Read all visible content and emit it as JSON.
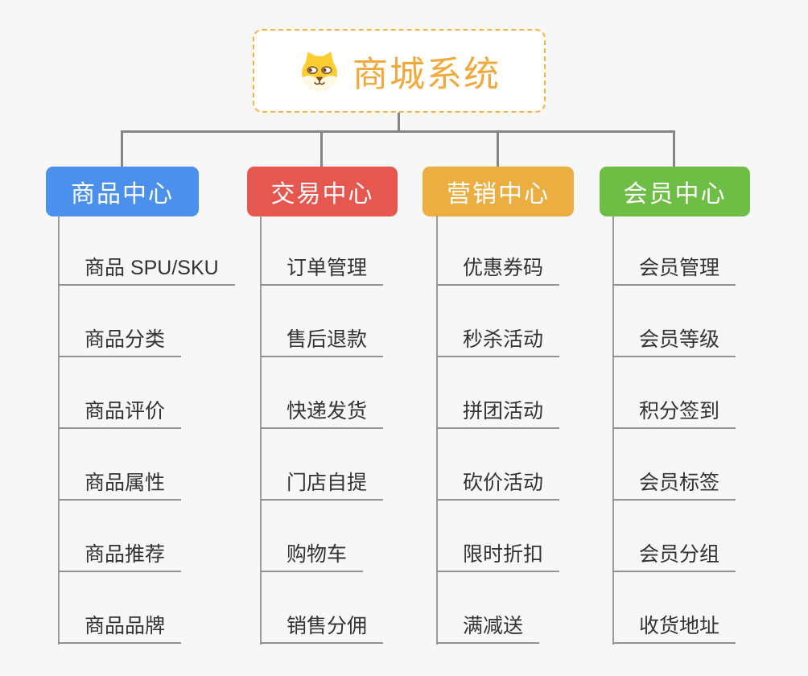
{
  "root": {
    "title": "商城系统",
    "icon": "dog-face-icon"
  },
  "branches": [
    {
      "label": "商品中心",
      "color": "#4a90ec",
      "items": [
        "商品 SPU/SKU",
        "商品分类",
        "商品评价",
        "商品属性",
        "商品推荐",
        "商品品牌"
      ]
    },
    {
      "label": "交易中心",
      "color": "#e5574f",
      "items": [
        "订单管理",
        "售后退款",
        "快递发货",
        "门店自提",
        "购物车",
        "销售分佣"
      ]
    },
    {
      "label": "营销中心",
      "color": "#ecad41",
      "items": [
        "优惠券码",
        "秒杀活动",
        "拼团活动",
        "砍价活动",
        "限时折扣",
        "满减送"
      ]
    },
    {
      "label": "会员中心",
      "color": "#6ebd45",
      "items": [
        "会员管理",
        "会员等级",
        "积分签到",
        "会员标签",
        "会员分组",
        "收货地址"
      ]
    }
  ],
  "colors": {
    "background": "#f7f7f7",
    "connector": "#858585",
    "leaf_line": "#8f9296",
    "leaf_text": "#333333",
    "root_accent": "#f2a93c",
    "root_border": "#f5b43f"
  }
}
